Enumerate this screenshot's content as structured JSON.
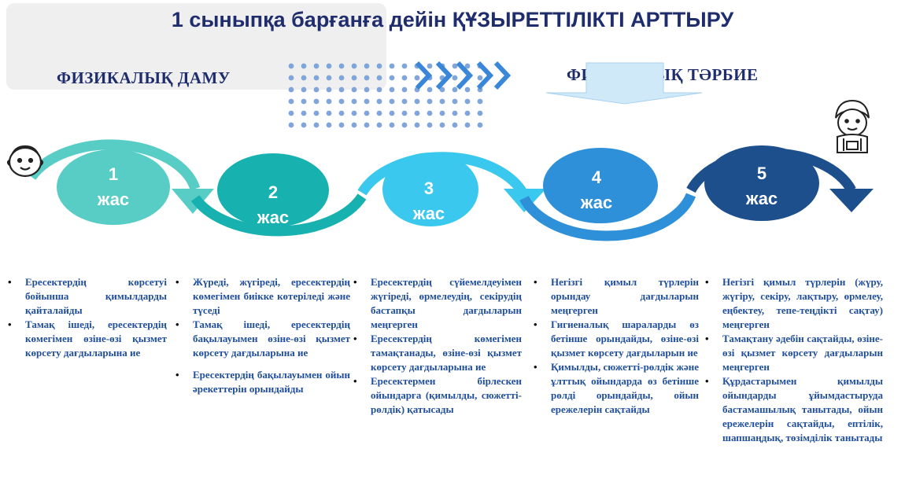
{
  "title": "1 сыныпқа барғанға дейін ҚҰЗЫРЕТТІЛІКТІ АРТТЫРУ",
  "left_heading": "ФИЗИКАЛЫҚ ДАМУ",
  "right_heading": "ФИЗИКАЛЫҚ ТӘРБИЕ",
  "colors": {
    "title": "#1f2d6d",
    "stage1": "#58cdc5",
    "stage2": "#17b2b0",
    "stage3": "#3bc8ef",
    "stage4": "#2e90d9",
    "stage5": "#1c4f8c",
    "text_blue": "#1f4e9a"
  },
  "icons": [
    "child-face-icon",
    "boy-character-icon",
    "chevrons-right-icon",
    "dot-grid-pattern",
    "down-arrow-banner"
  ],
  "stages": [
    {
      "num": "1",
      "unit": "жас"
    },
    {
      "num": "2",
      "unit": "жас"
    },
    {
      "num": "3",
      "unit": "жас"
    },
    {
      "num": "4",
      "unit": "жас"
    },
    {
      "num": "5",
      "unit": "жас"
    }
  ],
  "descriptions": [
    [
      "Ересектердің көрсетуі бойынша қимылдарды қайталайды",
      "Тамақ ішеді, ересектердің көмегімен өзіне-өзі қызмет көрсету дағдыларына ие"
    ],
    [
      "Жүреді, жүгіреді, ересектердің көмегімен биікке көтеріледі және түседі",
      "Тамақ ішеді, ересектердің бақылауымен өзіне-өзі қызмет көрсету дағдыларына ие",
      "Ересектердің бақылауымен ойын әрекеттерін орындайды"
    ],
    [
      "Ересектердің сүйемелдеуімен жүгіреді, өрмелеудің, секірудің бастапқы дағдыларын меңгерген",
      "Ересектердің көмегімен тамақтанады, өзіне-өзі қызмет көрсету дағдыларына ие",
      "Ересектермен бірлескен ойындарға (қимылды, сюжетті-рөлдік) қатысады"
    ],
    [
      "Негізгі қимыл түрлерін орындау дағдыларын меңгерген",
      "Гигиеналық шараларды өз бетінше орындайды, өзіне-өзі қызмет көрсету дағдыларын ие",
      "Қимылды, сюжетті-рөлдік және ұлттық ойындарда өз бетінше рөлді орындайды, ойын ережелерін сақтайды"
    ],
    [
      "Негізгі қимыл түрлерін (жүру, жүгіру, секіру, лақтыру, өрмелеу, еңбектеу, тепе-теңдікті сақтау) меңгерген",
      "Тамақтану әдебін сақтайды, өзіне-өзі қызмет көрсету дағдыларын меңгерген",
      "Құрдастарымен қимылды ойындарды ұйымдастыруда бастамашылық танытады, ойын ережелерін сақтайды, ептілік, шапшаңдық, төзімділік танытады"
    ]
  ]
}
